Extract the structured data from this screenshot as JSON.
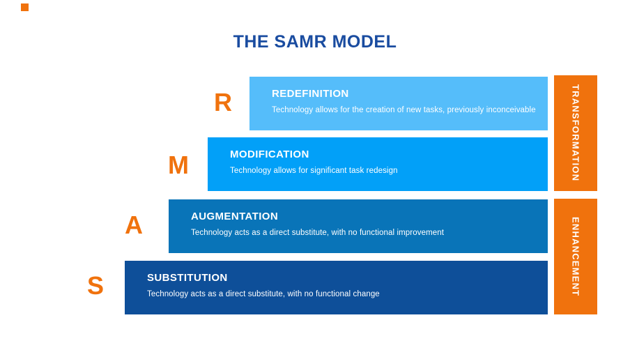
{
  "title": "THE SAMR MODEL",
  "colors": {
    "title_text": "#1A4CA0",
    "orange_accent": "#F0720D",
    "bar_text": "#FFFFFF",
    "level_redefinition": "#55BDFA",
    "level_modification": "#02A0F8",
    "level_augmentation": "#0974B8",
    "level_substitution": "#0E4F99"
  },
  "levels": [
    {
      "letter": "R",
      "name": "REDEFINITION",
      "description": "Technology allows for the creation of new tasks, previously inconceivable"
    },
    {
      "letter": "M",
      "name": "MODIFICATION",
      "description": "Technology allows for significant task redesign"
    },
    {
      "letter": "A",
      "name": "AUGMENTATION",
      "description": "Technology acts as a direct substitute, with no functional improvement"
    },
    {
      "letter": "S",
      "name": "SUBSTITUTION",
      "description": "Technology acts as a direct substitute, with no functional change"
    }
  ],
  "side_labels": [
    {
      "label": "TRANSFORMATION"
    },
    {
      "label": "ENHANCEMENT"
    }
  ]
}
